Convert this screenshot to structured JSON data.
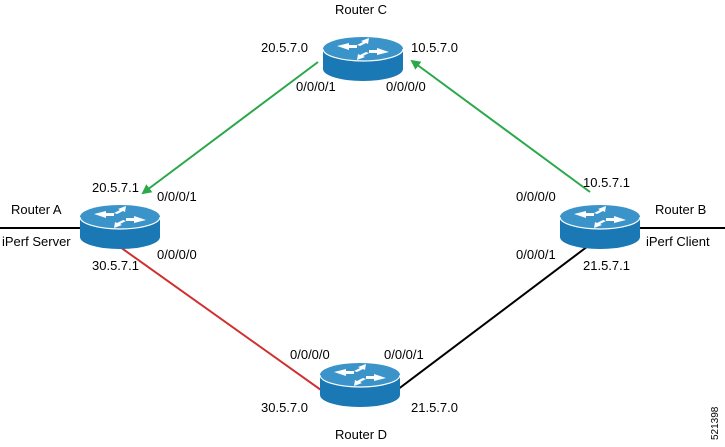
{
  "colors": {
    "green_link": "#2aa84a",
    "red_link": "#d12f2f",
    "black_link": "#000000",
    "router_body": "#1a78b4",
    "router_top": "#3a93c9",
    "router_outline": "#ffffff"
  },
  "routers": {
    "a": {
      "name": "Router A",
      "role": "iPerf Server",
      "icon": "router-icon"
    },
    "b": {
      "name": "Router B",
      "role": "iPerf Client",
      "icon": "router-icon"
    },
    "c": {
      "name": "Router C",
      "icon": "router-icon"
    },
    "d": {
      "name": "Router D",
      "icon": "router-icon"
    }
  },
  "labels": {
    "a_ip_top": "20.5.7.1",
    "a_if_top": "0/0/0/1",
    "a_if_bottom": "0/0/0/0",
    "a_ip_bottom": "30.5.7.1",
    "b_ip_top": "10.5.7.1",
    "b_if_top": "0/0/0/0",
    "b_if_bottom": "0/0/0/1",
    "b_ip_bottom": "21.5.7.1",
    "c_ip_left": "20.5.7.0",
    "c_ip_right": "10.5.7.0",
    "c_if_left": "0/0/0/1",
    "c_if_right": "0/0/0/0",
    "d_if_left": "0/0/0/0",
    "d_if_right": "0/0/0/1",
    "d_ip_left": "30.5.7.0",
    "d_ip_right": "21.5.7.0"
  },
  "figure_id": "521398"
}
